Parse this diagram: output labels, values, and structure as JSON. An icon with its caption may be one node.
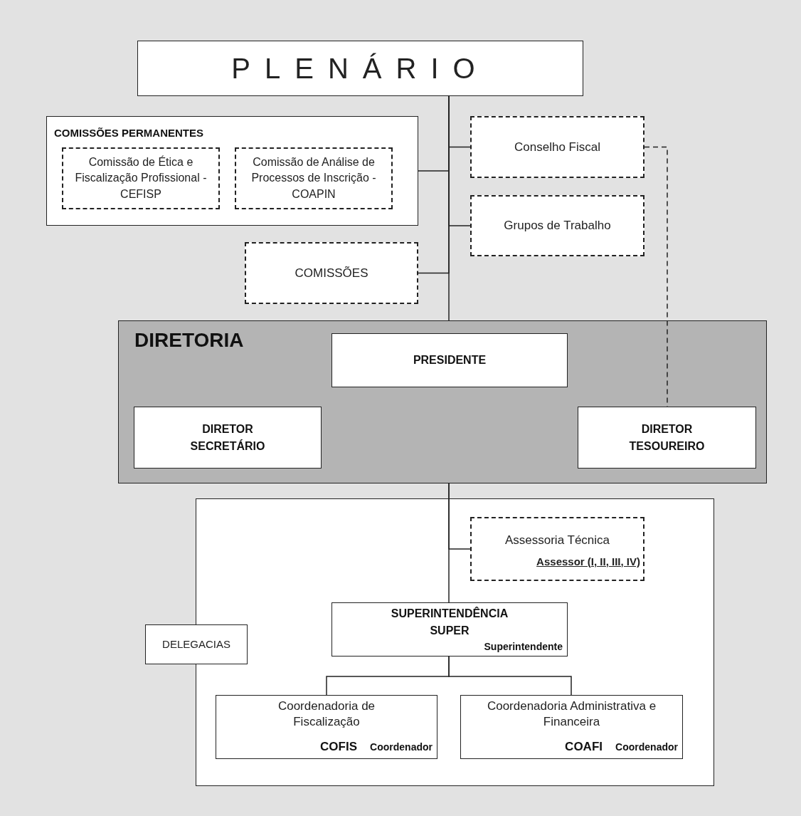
{
  "diagram": {
    "nodes": [
      {
        "text": [
          "PLENÁRIO"
        ]
      },
      {
        "text": [
          "COMISSÕES PERMANENTES"
        ]
      },
      {
        "text": [
          "Comissão de Ética e Fiscalização Profissional - CEFISP"
        ],
        "in": 1
      },
      {
        "text": [
          "Comissão de Análise de Processos de Inscrição - COAPIN"
        ],
        "in": 1
      },
      {
        "text": [
          "Conselho Fiscal"
        ]
      },
      {
        "text": [
          "Grupos de Trabalho"
        ]
      },
      {
        "text": [
          "COMISSÕES"
        ]
      },
      {
        "text": [
          "DIRETORIA"
        ]
      },
      {
        "text": [
          "PRESIDENTE"
        ],
        "in": 7
      },
      {
        "text": [
          "DIRETOR SECRETÁRIO"
        ],
        "in": 7
      },
      {
        "text": [
          "DIRETOR TESOUREIRO"
        ],
        "in": 7
      },
      {
        "text": [],
        "shape": "box"
      },
      {
        "text": [
          "Assessoria Técnica",
          "Assessor (I, II, III, IV)"
        ],
        "in": 11
      },
      {
        "text": [
          "DELEGACIAS"
        ]
      },
      {
        "text": [
          "SUPERINTENDÊNCIA",
          "SUPER",
          "Superintendente"
        ],
        "in": 11
      },
      {
        "text": [
          "Coordenadoria de Fiscalização",
          "COFIS",
          "Coordenador"
        ],
        "in": 11
      },
      {
        "text": [
          "Coordenadoria Administrativa e Financeira",
          "COAFI",
          "Coordenador"
        ],
        "in": 11
      }
    ],
    "edges": [
      {
        "from": 0,
        "to": 1,
        "arrow": "none"
      },
      {
        "from": 0,
        "to": 4,
        "arrow": "none"
      },
      {
        "from": 0,
        "to": 5,
        "arrow": "none"
      },
      {
        "from": 0,
        "to": 6,
        "arrow": "none"
      },
      {
        "from": 0,
        "to": 7,
        "arrow": "none"
      },
      {
        "from": 4,
        "to": 10,
        "arrow": "none",
        "style": "dashed"
      },
      {
        "from": 7,
        "to": 12,
        "arrow": "none"
      },
      {
        "from": 7,
        "to": 14,
        "arrow": "none"
      },
      {
        "from": 14,
        "to": 15,
        "arrow": "none"
      },
      {
        "from": 14,
        "to": 16,
        "arrow": "none"
      }
    ]
  }
}
